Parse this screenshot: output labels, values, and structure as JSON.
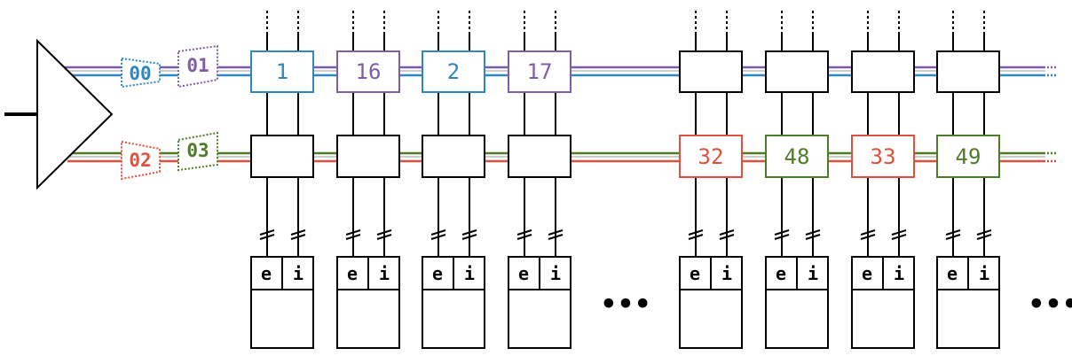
{
  "colors": {
    "ch00": "#2f86c0",
    "ch01": "#7e5ca8",
    "ch02": "#e0503a",
    "ch03": "#4e7c26",
    "line": "#000000"
  },
  "tags": [
    {
      "label": "00",
      "color_key": "ch00"
    },
    {
      "label": "01",
      "color_key": "ch01"
    },
    {
      "label": "02",
      "color_key": "ch02"
    },
    {
      "label": "03",
      "color_key": "ch03"
    }
  ],
  "top_row_boxes": [
    {
      "label": "1",
      "color_key": "ch00"
    },
    {
      "label": "16",
      "color_key": "ch01"
    },
    {
      "label": "2",
      "color_key": "ch00"
    },
    {
      "label": "17",
      "color_key": "ch01"
    },
    {
      "label": "",
      "color_key": "line"
    },
    {
      "label": "",
      "color_key": "line"
    },
    {
      "label": "",
      "color_key": "line"
    },
    {
      "label": "",
      "color_key": "line"
    }
  ],
  "bottom_row_boxes": [
    {
      "label": "",
      "color_key": "line"
    },
    {
      "label": "",
      "color_key": "line"
    },
    {
      "label": "",
      "color_key": "line"
    },
    {
      "label": "",
      "color_key": "line"
    },
    {
      "label": "32",
      "color_key": "ch02"
    },
    {
      "label": "48",
      "color_key": "ch03"
    },
    {
      "label": "33",
      "color_key": "ch02"
    },
    {
      "label": "49",
      "color_key": "ch03"
    }
  ],
  "cell_labels": {
    "left": "e",
    "right": "i"
  },
  "ellipsis": "•••"
}
